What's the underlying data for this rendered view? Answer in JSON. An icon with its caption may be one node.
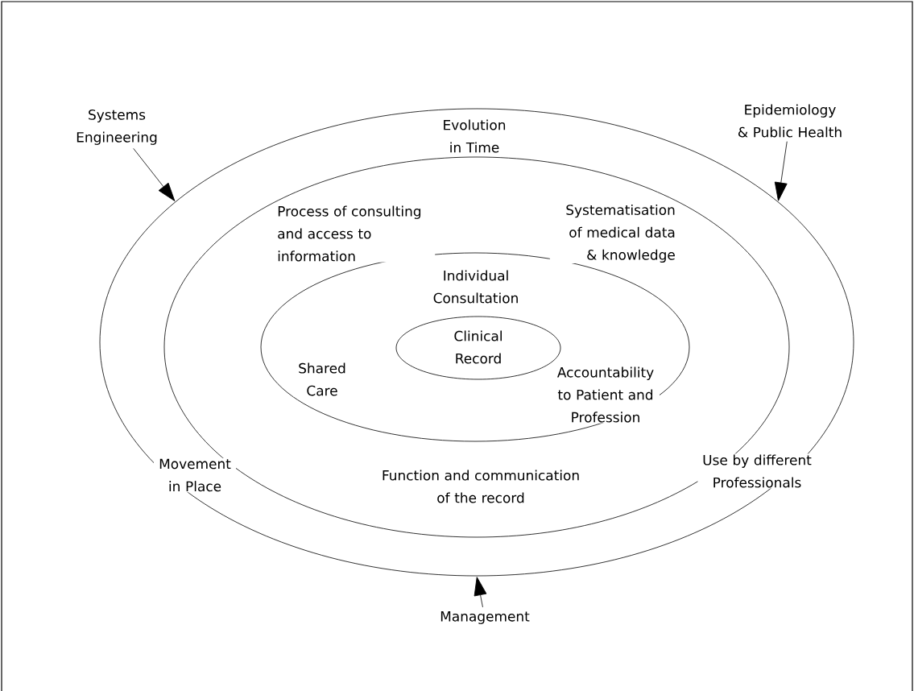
{
  "diagram": {
    "nodes": [
      {
        "text": [
          "Evolution in Time",
          "Movement in Place",
          "Use by different Professionals"
        ]
      },
      {
        "text": [
          "Process of consulting and access to information",
          "Systematisation of medical data & knowledge",
          "Function and communication of the record"
        ],
        "in": 0
      },
      {
        "text": [
          "Individual Consultation",
          "Shared Care",
          "Accountability to Patient and Profession"
        ],
        "in": 1
      },
      {
        "text": [
          "Clinical Record"
        ],
        "in": 2
      },
      {
        "text": [
          "Systems Engineering"
        ]
      },
      {
        "text": [
          "Epidemiology & Public Health"
        ]
      },
      {
        "text": [
          "Management"
        ]
      }
    ],
    "edges": [
      {
        "from": 4,
        "to": 0,
        "arrow": "to"
      },
      {
        "from": 5,
        "to": 0,
        "arrow": "to"
      },
      {
        "from": 6,
        "to": 0,
        "arrow": "to"
      }
    ]
  }
}
